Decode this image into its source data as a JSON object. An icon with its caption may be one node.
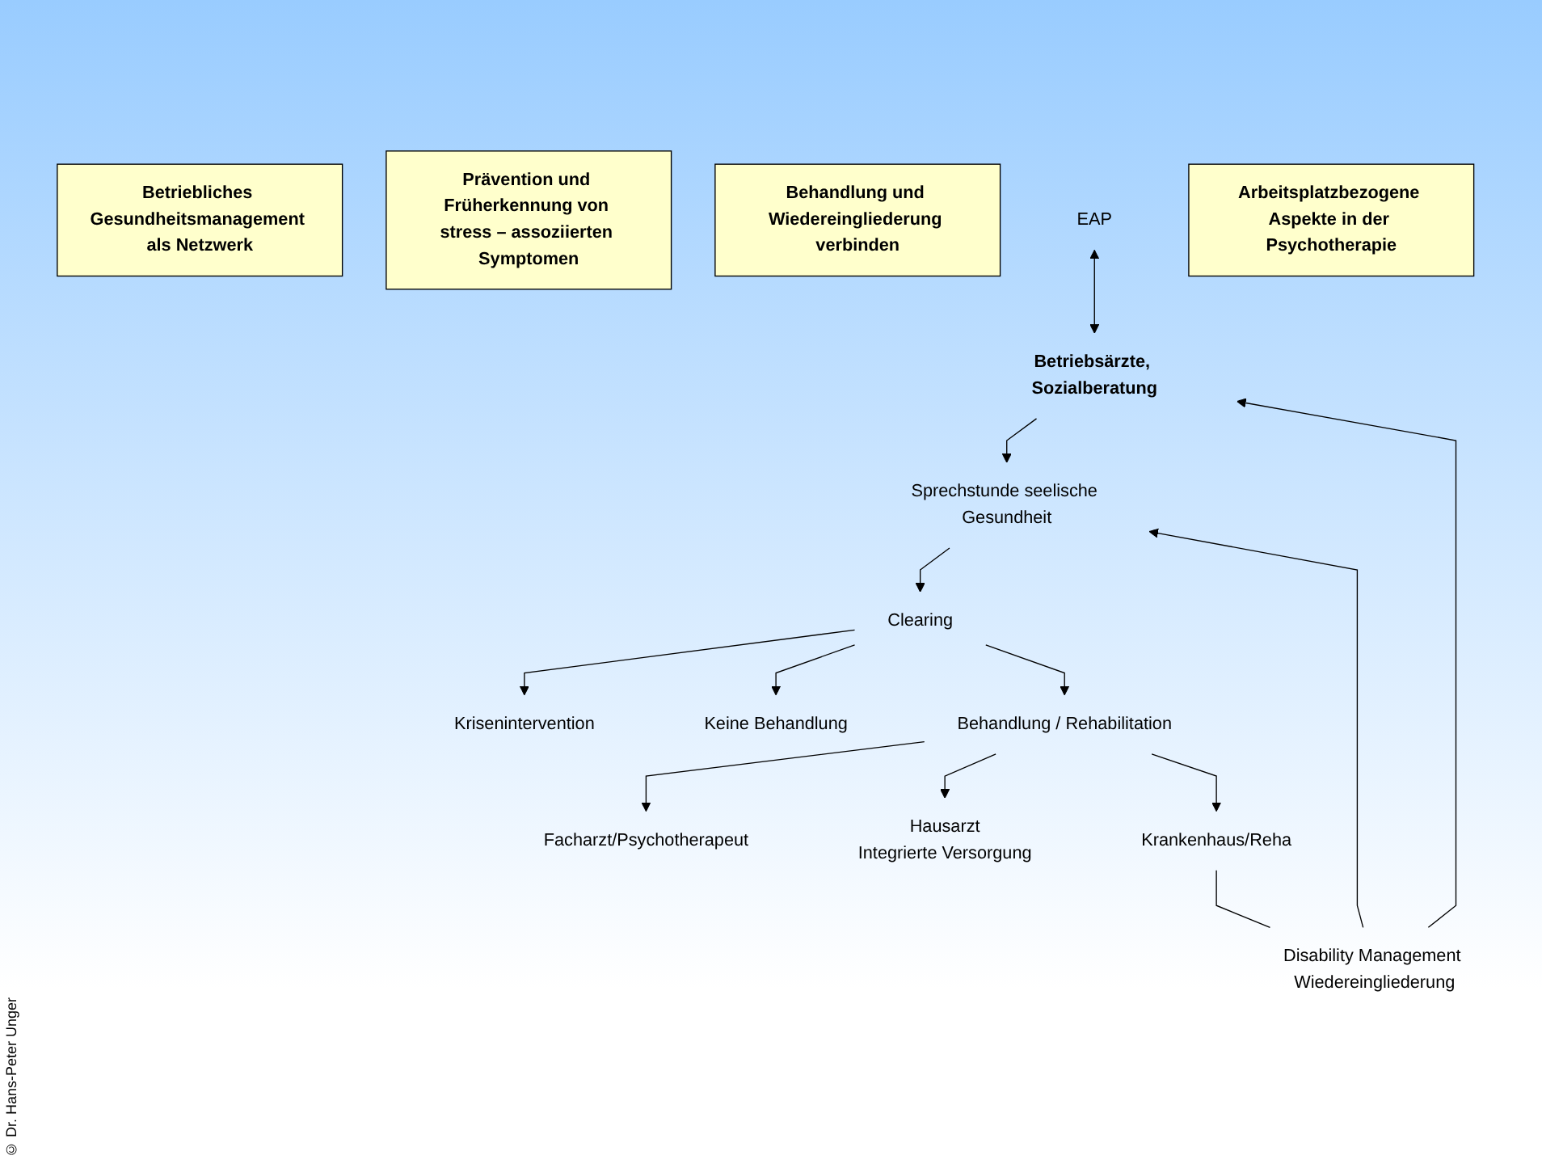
{
  "diagram": {
    "nodes": [
      {
        "text": [
          "Betriebliches Gesundheitsmanagement als Netzwerk"
        ]
      },
      {
        "text": [
          "Prävention und Früherkennung von stress – assoziierten Symptomen"
        ]
      },
      {
        "text": [
          "Behandlung und Wiedereingliederung verbinden"
        ]
      },
      {
        "text": [
          "EAP"
        ]
      },
      {
        "text": [
          "Betriebsärzte, Sozialberatung"
        ]
      },
      {
        "text": [
          "Sprechstunde seelische Gesundheit"
        ]
      },
      {
        "text": [
          "Krisenintervention"
        ]
      },
      {
        "text": [
          "Clearing"
        ]
      },
      {
        "text": [
          "Keine Behandlung"
        ]
      },
      {
        "text": [
          "Behandlung / Rehabilitation"
        ]
      },
      {
        "text": [
          "Facharzt/Psychotherapeut"
        ]
      },
      {
        "text": [
          "Hausarzt",
          "Integrierte Versorgung"
        ]
      },
      {
        "text": [
          "Krankenhaus/Reha"
        ]
      },
      {
        "text": [
          "Disability Management Wiedereingliederung"
        ]
      },
      {
        "text": [
          "Arbeitsplatzbezogene Aspekte in der Psychotherapie"
        ]
      }
    ],
    "edges": [
      {
        "from": 3,
        "to": 4,
        "arrow": "both"
      },
      {
        "from": 4,
        "to": 5,
        "arrow": "to"
      },
      {
        "from": 5,
        "to": 7,
        "arrow": "to"
      },
      {
        "from": 7,
        "to": 6,
        "arrow": "to"
      },
      {
        "from": 7,
        "to": 8,
        "arrow": "to"
      },
      {
        "from": 7,
        "to": 9,
        "arrow": "to"
      },
      {
        "from": 9,
        "to": 10,
        "arrow": "to"
      },
      {
        "from": 9,
        "to": 11,
        "arrow": "to"
      },
      {
        "from": 9,
        "to": 12,
        "arrow": "to"
      },
      {
        "from": 12,
        "to": 13,
        "arrow": "none"
      },
      {
        "from": 13,
        "to": 4,
        "arrow": "to"
      },
      {
        "from": 13,
        "to": 5,
        "arrow": "to"
      }
    ],
    "labels": [
      "© Dr. Hans-Peter Unger"
    ]
  }
}
